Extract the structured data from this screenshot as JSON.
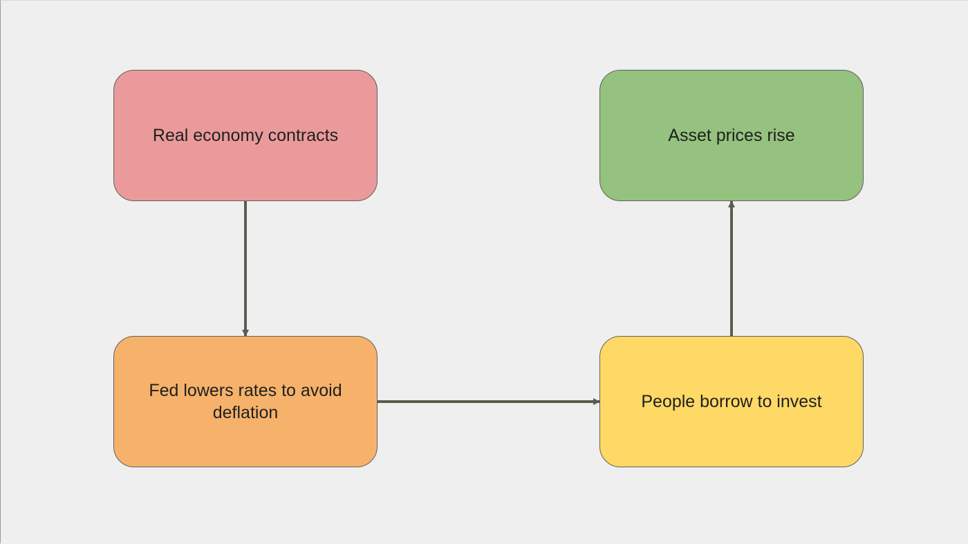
{
  "nodes": {
    "n1": {
      "label": "Real economy contracts",
      "color": "#ea9a9b"
    },
    "n2": {
      "label": "Asset prices rise",
      "color": "#95c27e"
    },
    "n3": {
      "label": "Fed lowers rates to avoid deflation",
      "color": "#f6b26b"
    },
    "n4": {
      "label": "People borrow to invest",
      "color": "#ffd966"
    }
  },
  "edges": [
    {
      "from": "n1",
      "to": "n3"
    },
    {
      "from": "n3",
      "to": "n4"
    },
    {
      "from": "n4",
      "to": "n2"
    }
  ],
  "colors": {
    "connector": "#5f5a50",
    "node_border": "#5f5f5f",
    "background": "#efefef"
  }
}
